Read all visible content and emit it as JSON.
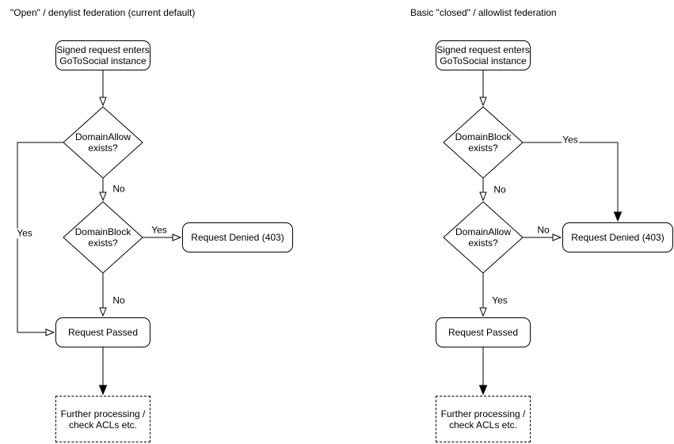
{
  "colors": {
    "stroke": "#000000",
    "background": "#ffffff",
    "text": "#000000"
  },
  "left": {
    "title": "\"Open\" / denylist federation (current default)",
    "start": {
      "line1": "Signed request enters",
      "line2": "GoToSocial instance"
    },
    "decision1": {
      "line1": "DomainAllow",
      "line2": "exists?"
    },
    "decision2": {
      "line1": "DomainBlock",
      "line2": "exists?"
    },
    "denied": "Request Denied (403)",
    "passed": "Request Passed",
    "further": {
      "line1": "Further processing /",
      "line2": "check ACLs etc."
    },
    "labels": {
      "d1_no": "No",
      "d1_yes": "Yes",
      "d2_yes": "Yes",
      "d2_no": "No"
    }
  },
  "right": {
    "title": "Basic \"closed\" / allowlist federation",
    "start": {
      "line1": "Signed request enters",
      "line2": "GoToSocial instance"
    },
    "decision1": {
      "line1": "DomainBlock",
      "line2": "exists?"
    },
    "decision2": {
      "line1": "DomainAllow",
      "line2": "exists?"
    },
    "denied": "Request Denied (403)",
    "passed": "Request Passed",
    "further": {
      "line1": "Further processing /",
      "line2": "check ACLs etc."
    },
    "labels": {
      "d1_yes": "Yes",
      "d1_no": "No",
      "d2_no": "No",
      "d2_yes": "Yes"
    }
  }
}
